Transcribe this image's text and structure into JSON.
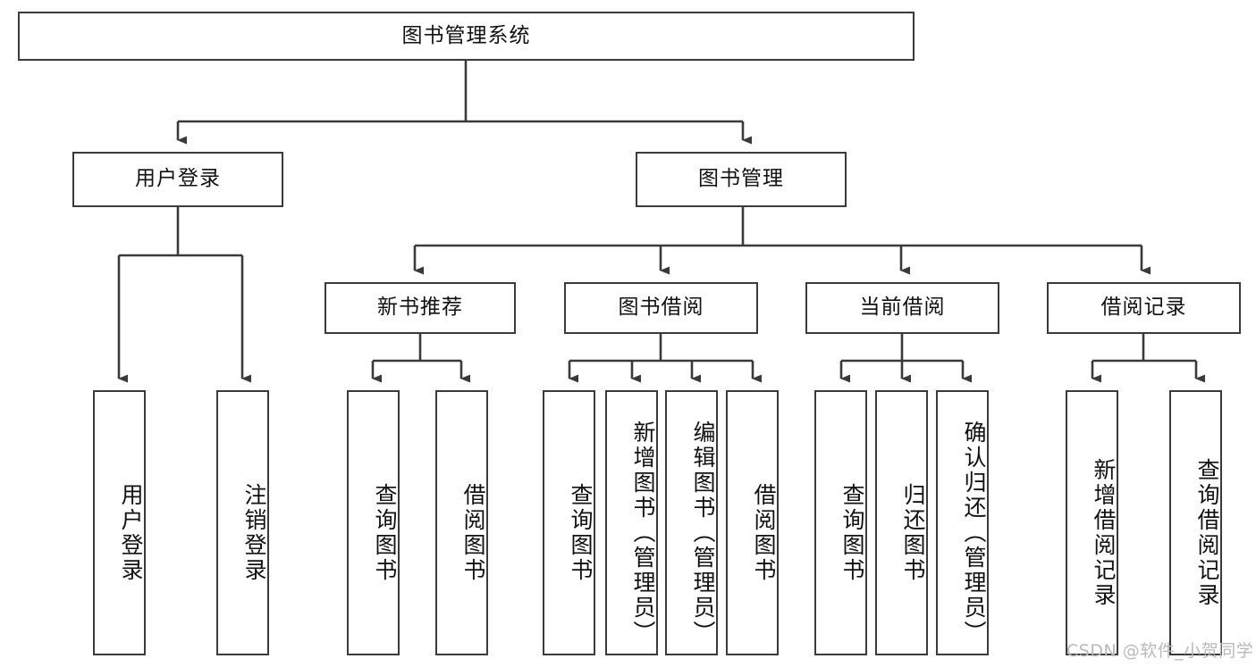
{
  "diagram": {
    "title": "图书管理系统",
    "type": "tree",
    "root": {
      "id": "root",
      "label": "图书管理系统"
    },
    "level1": [
      {
        "id": "user-login",
        "label": "用户登录"
      },
      {
        "id": "book-management",
        "label": "图书管理"
      }
    ],
    "level2": [
      {
        "id": "new-book-recommend",
        "label": "新书推荐",
        "parent": "book-management"
      },
      {
        "id": "book-borrow",
        "label": "图书借阅",
        "parent": "book-management"
      },
      {
        "id": "current-borrow",
        "label": "当前借阅",
        "parent": "book-management"
      },
      {
        "id": "borrow-record",
        "label": "借阅记录",
        "parent": "book-management"
      }
    ],
    "leaves": [
      {
        "id": "leaf-user-login",
        "label": "用户登录",
        "parent": "user-login"
      },
      {
        "id": "leaf-logout-login",
        "label": "注销登录",
        "parent": "user-login"
      },
      {
        "id": "leaf-query-book-1",
        "label": "查询图书",
        "parent": "new-book-recommend"
      },
      {
        "id": "leaf-borrow-book-1",
        "label": "借阅图书",
        "parent": "new-book-recommend"
      },
      {
        "id": "leaf-query-book-2",
        "label": "查询图书",
        "parent": "book-borrow"
      },
      {
        "id": "leaf-add-book",
        "label": "新增图书（管理员）",
        "parent": "book-borrow"
      },
      {
        "id": "leaf-edit-book",
        "label": "编辑图书（管理员）",
        "parent": "book-borrow"
      },
      {
        "id": "leaf-borrow-book-2",
        "label": "借阅图书",
        "parent": "book-borrow"
      },
      {
        "id": "leaf-query-book-3",
        "label": "查询图书",
        "parent": "current-borrow"
      },
      {
        "id": "leaf-return-book",
        "label": "归还图书",
        "parent": "current-borrow"
      },
      {
        "id": "leaf-confirm-return",
        "label": "确认归还（管理员）",
        "parent": "current-borrow"
      },
      {
        "id": "leaf-add-record",
        "label": "新增借阅记录",
        "parent": "borrow-record"
      },
      {
        "id": "leaf-query-record",
        "label": "查询借阅记录",
        "parent": "borrow-record"
      }
    ]
  },
  "watermark": {
    "text": "CSDN @软件_小贺同学"
  },
  "colors": {
    "stroke": "#3a3a3a",
    "text": "#111111",
    "background": "#ffffff",
    "watermark": "#b9b9b9"
  }
}
